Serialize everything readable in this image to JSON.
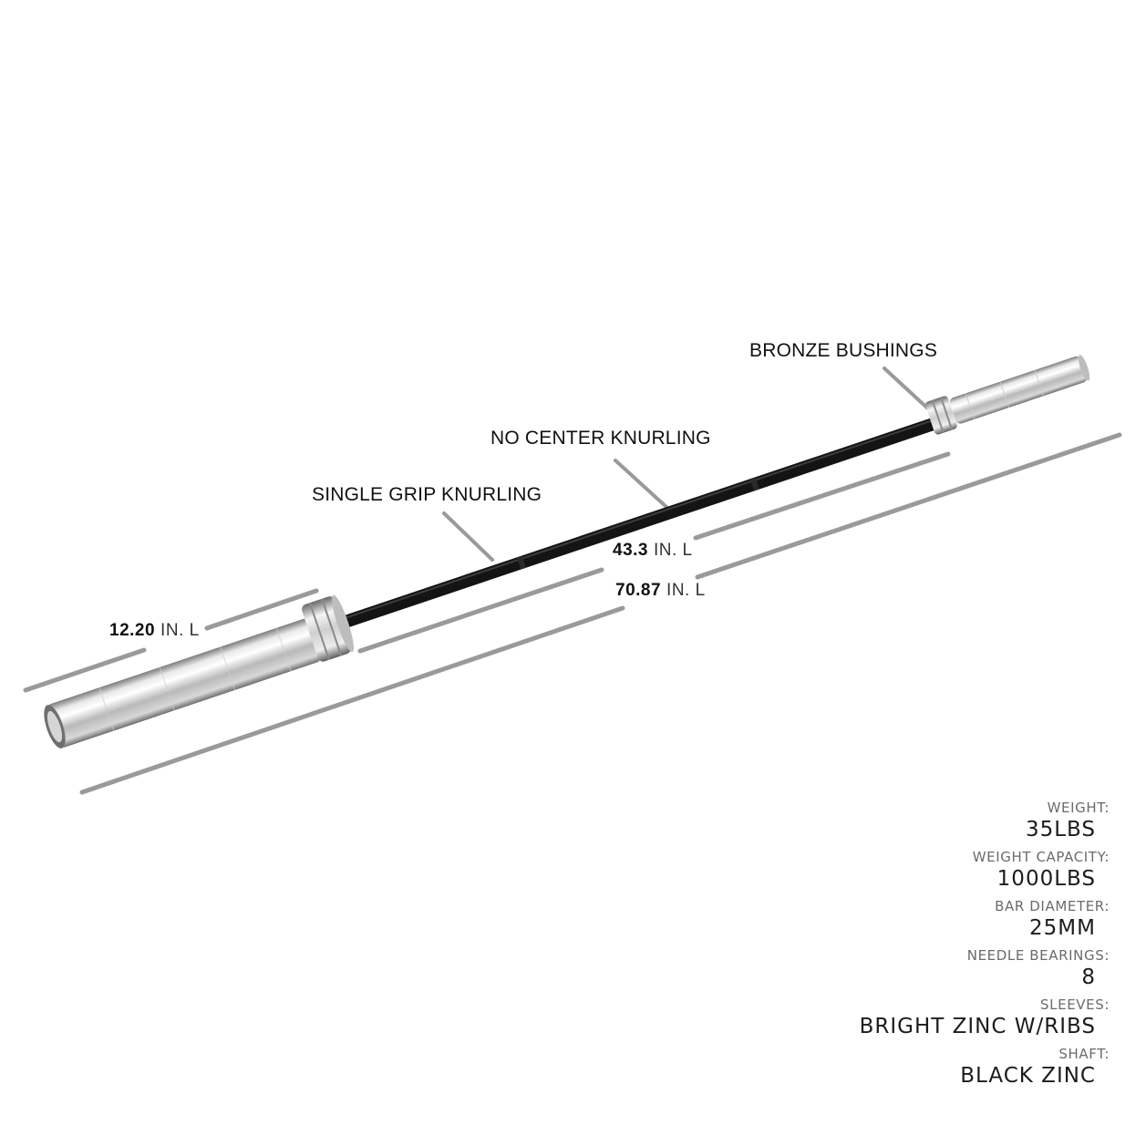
{
  "callouts": {
    "bronze_bushings": "BRONZE BUSHINGS",
    "no_center_knurling": "NO CENTER KNURLING",
    "single_grip_knurling": "SINGLE GRIP KNURLING"
  },
  "dimensions": {
    "sleeve": {
      "value": "12.20",
      "unit": "IN. L"
    },
    "shaft": {
      "value": "43.3",
      "unit": "IN. L"
    },
    "total": {
      "value": "70.87",
      "unit": "IN. L"
    }
  },
  "specs": [
    {
      "label": "WEIGHT:",
      "value": "35LBS"
    },
    {
      "label": "WEIGHT CAPACITY:",
      "value": "1000LBS"
    },
    {
      "label": "BAR DIAMETER:",
      "value": "25MM"
    },
    {
      "label": "NEEDLE BEARINGS:",
      "value": "8"
    },
    {
      "label": "SLEEVES:",
      "value": "BRIGHT ZINC W/RIBS"
    },
    {
      "label": "SHAFT:",
      "value": "BLACK ZINC"
    }
  ],
  "colors": {
    "guide_line": "#9a9a9a",
    "shaft": "#141414",
    "chrome_light": "#f2f2f2",
    "chrome_dark": "#8a8a8a"
  }
}
